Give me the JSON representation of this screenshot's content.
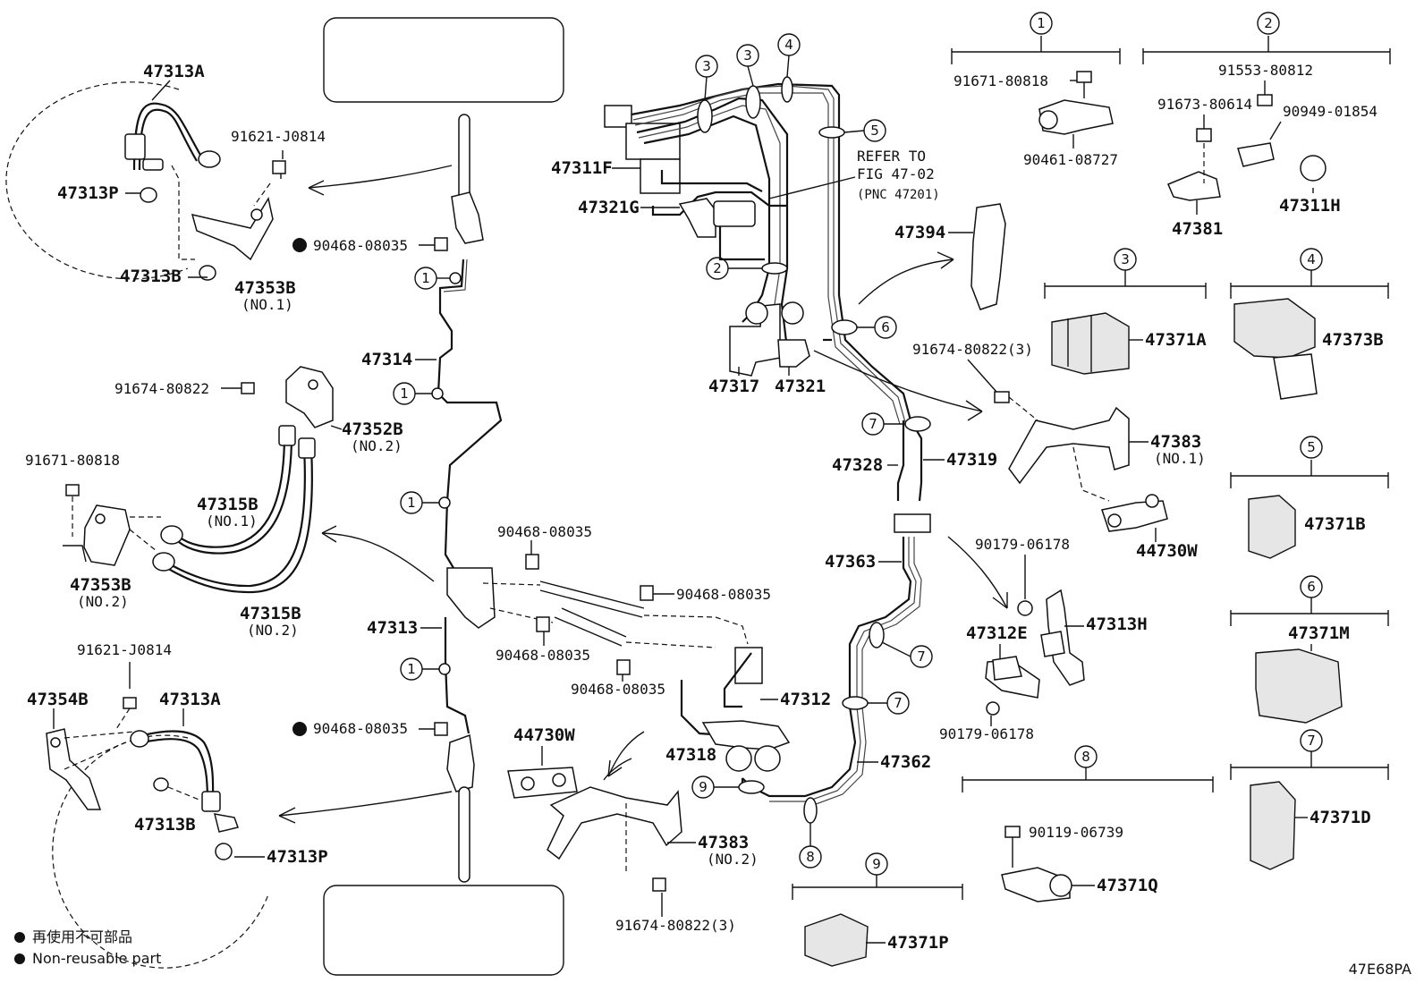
{
  "diagram_code": "47E68PA",
  "legend": [
    {
      "text": "再使用不可部品"
    },
    {
      "text": "Non-reusable part"
    }
  ],
  "reference": {
    "line1": "REFER TO",
    "line2": "FIG 47-02",
    "line3": "(PNC 47201)"
  },
  "labels": {
    "p47313A_top": "47313A",
    "p91621_top": "91621-J0814",
    "p47313P_top": "47313P",
    "p47313B_top": "47313B",
    "p47353B_top": "47353B",
    "p47353B_top_note": "(NO.1)",
    "p90468_a": "90468-08035",
    "p47314": "47314",
    "p91674_a": "91674-80822",
    "p47352B": "47352B",
    "p47352B_note": "(NO.2)",
    "p91671_a": "91671-80818",
    "p47315B_1": "47315B",
    "p47315B_1_note": "(NO.1)",
    "p47353B_2": "47353B",
    "p47353B_2_note": "(NO.2)",
    "p47315B_2": "47315B",
    "p47315B_2_note": "(NO.2)",
    "p90468_b": "90468-08035",
    "p90468_c": "90468-08035",
    "p47313": "47313",
    "p90468_d": "90468-08035",
    "p90468_e": "90468-08035",
    "p91621_bot": "91621-J0814",
    "p47354B": "47354B",
    "p47313A_bot": "47313A",
    "p90468_f": "90468-08035",
    "p44730W_bot": "44730W",
    "p47313B_bot": "47313B",
    "p47313P_bot": "47313P",
    "p47383_2": "47383",
    "p47383_2_note": "(NO.2)",
    "p91674_c": "91674-80822(3)",
    "p47311F": "47311F",
    "p47321G": "47321G",
    "p47317": "47317",
    "p47321": "47321",
    "p47328": "47328",
    "p47319": "47319",
    "p47363": "47363",
    "p47312": "47312",
    "p47318": "47318",
    "p47362": "47362",
    "p47394": "47394",
    "p91674_b": "91674-80822(3)",
    "p47383_1": "47383",
    "p47383_1_note": "(NO.1)",
    "p44730W_top": "44730W",
    "p90179_a": "90179-06178",
    "p47312E": "47312E",
    "p47313H": "47313H",
    "p90179_b": "90179-06178",
    "p91671_b": "91671-80818",
    "p90461": "90461-08727",
    "p91553": "91553-80812",
    "p91673": "91673-80614",
    "p90949": "90949-01854",
    "p47381": "47381",
    "p47311H": "47311H",
    "p47371A": "47371A",
    "p47373B": "47373B",
    "p47371B": "47371B",
    "p47371M": "47371M",
    "p47371D": "47371D",
    "p90119": "90119-06739",
    "p47371Q": "47371Q",
    "p47371P": "47371P"
  },
  "callouts": {
    "c1": "1",
    "c2": "2",
    "c3": "3",
    "c4": "4",
    "c5": "5",
    "c6": "6",
    "c7": "7",
    "c8": "8",
    "c9": "9"
  }
}
